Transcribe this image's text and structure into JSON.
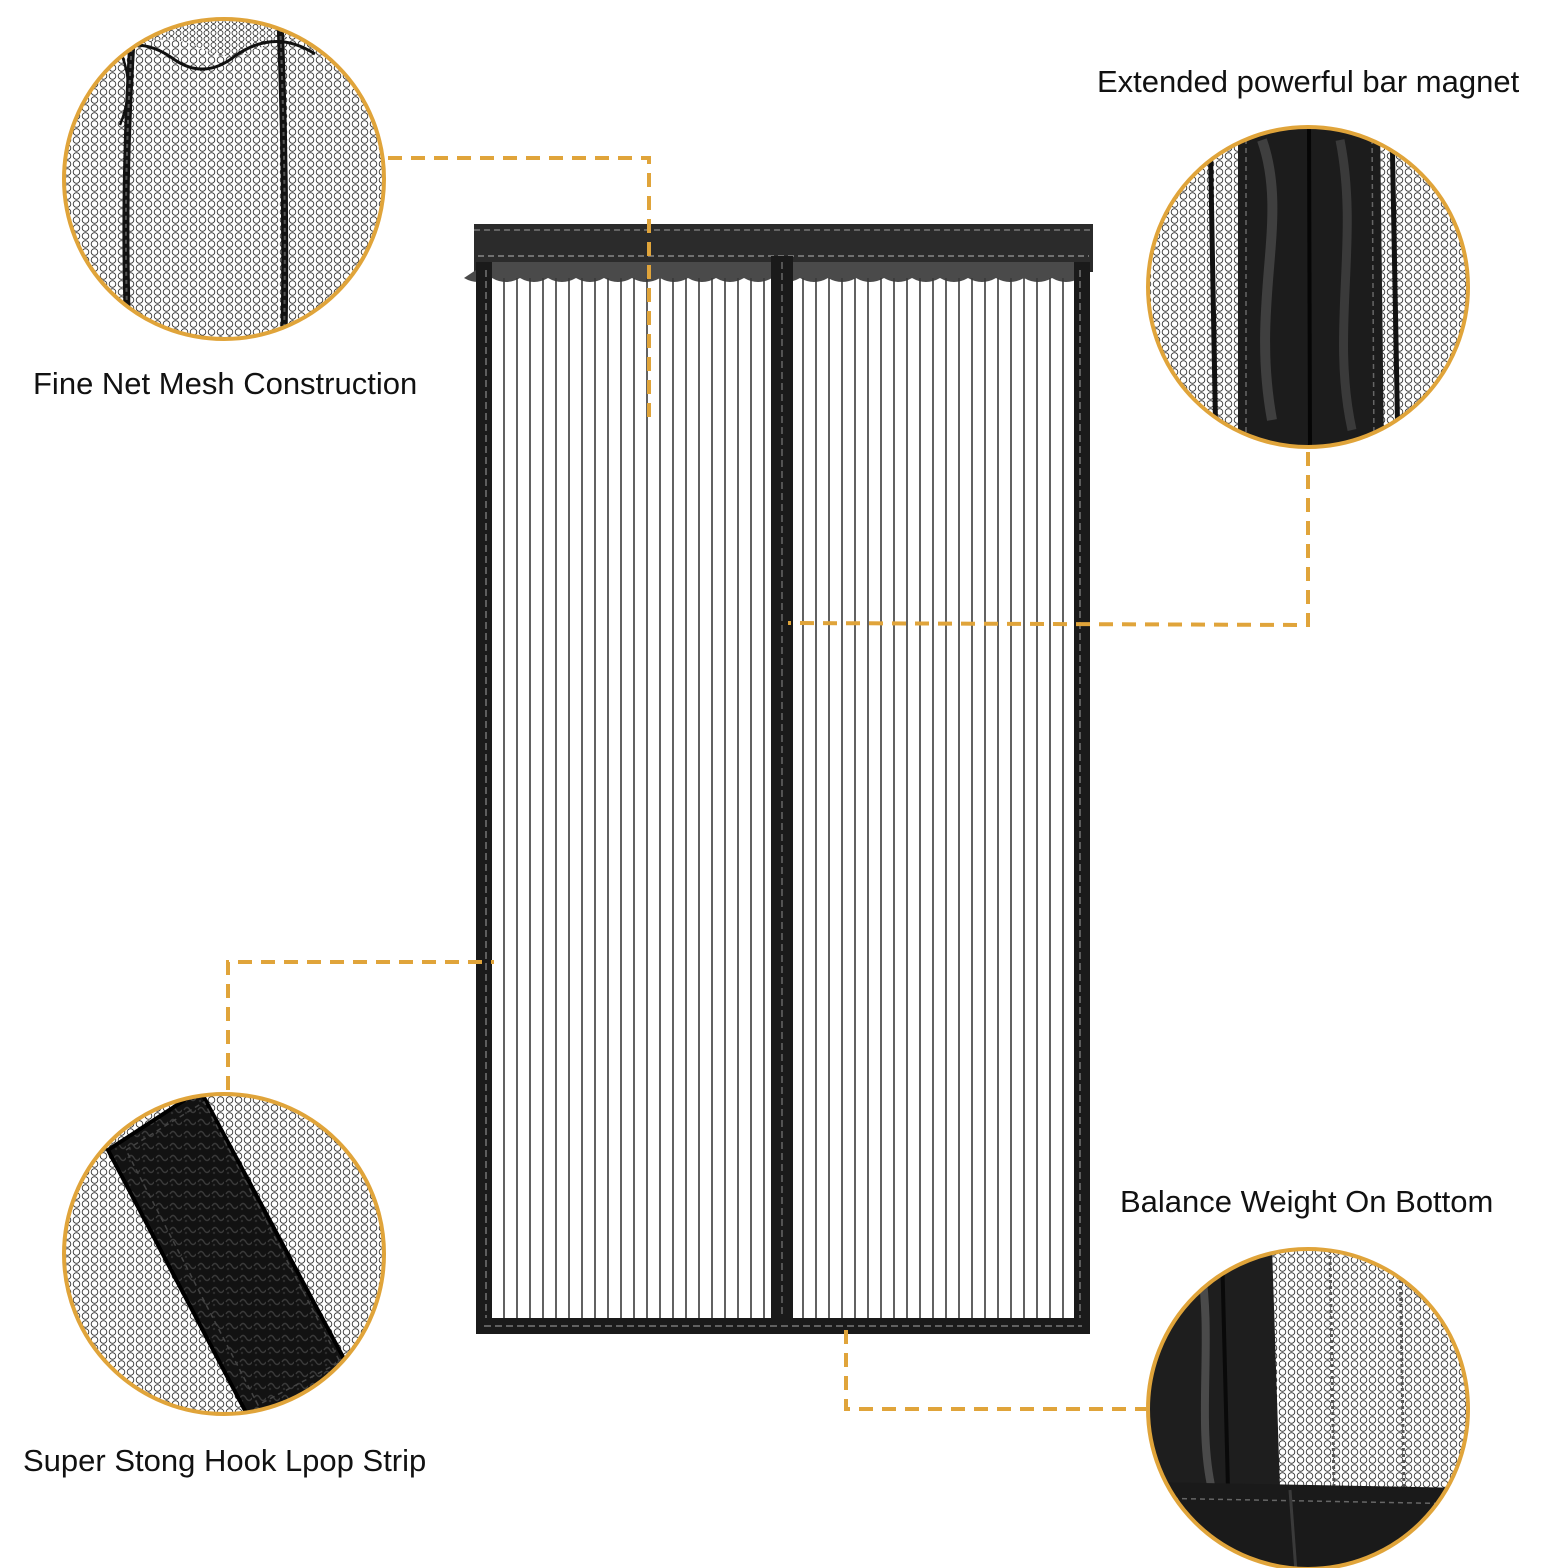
{
  "captions": {
    "mesh": "Fine Net Mesh Construction",
    "magnet": "Extended powerful bar magnet",
    "hook": "Super Stong Hook Lpop Strip",
    "weight": "Balance Weight On Bottom"
  },
  "colors": {
    "accent": "#E0A43A",
    "frame": "#1A1A1A",
    "mesh": "#2B2B2B",
    "background": "#FFFFFF"
  }
}
